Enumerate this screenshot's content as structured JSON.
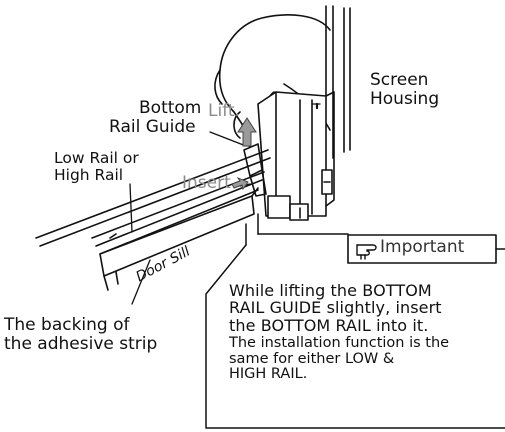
{
  "labels": {
    "screen_housing": [
      "Screen",
      "Housing"
    ],
    "bottom_rail_guide": [
      "Bottom",
      "Rail Guide"
    ],
    "lift": "Lift.",
    "low_or_high_rail": [
      "Low Rail or",
      "High Rail"
    ],
    "insert": "Insert",
    "door_sill": "Door Sill",
    "backing": [
      "The backing of",
      "the adhesive strip"
    ]
  },
  "important": {
    "title": "Important",
    "icon": "pointing-hand-icon",
    "main_text": [
      "While lifting the BOTTOM",
      "RAIL GUIDE slightly, insert",
      "the BOTTOM RAIL into it."
    ],
    "detail_text": [
      "The installation function is the",
      "same for either LOW &",
      "HIGH RAIL."
    ]
  },
  "colors": {
    "line": "#111111",
    "gray_label": "#8a8a8a",
    "arrow_fill": "#9a9a9a"
  }
}
